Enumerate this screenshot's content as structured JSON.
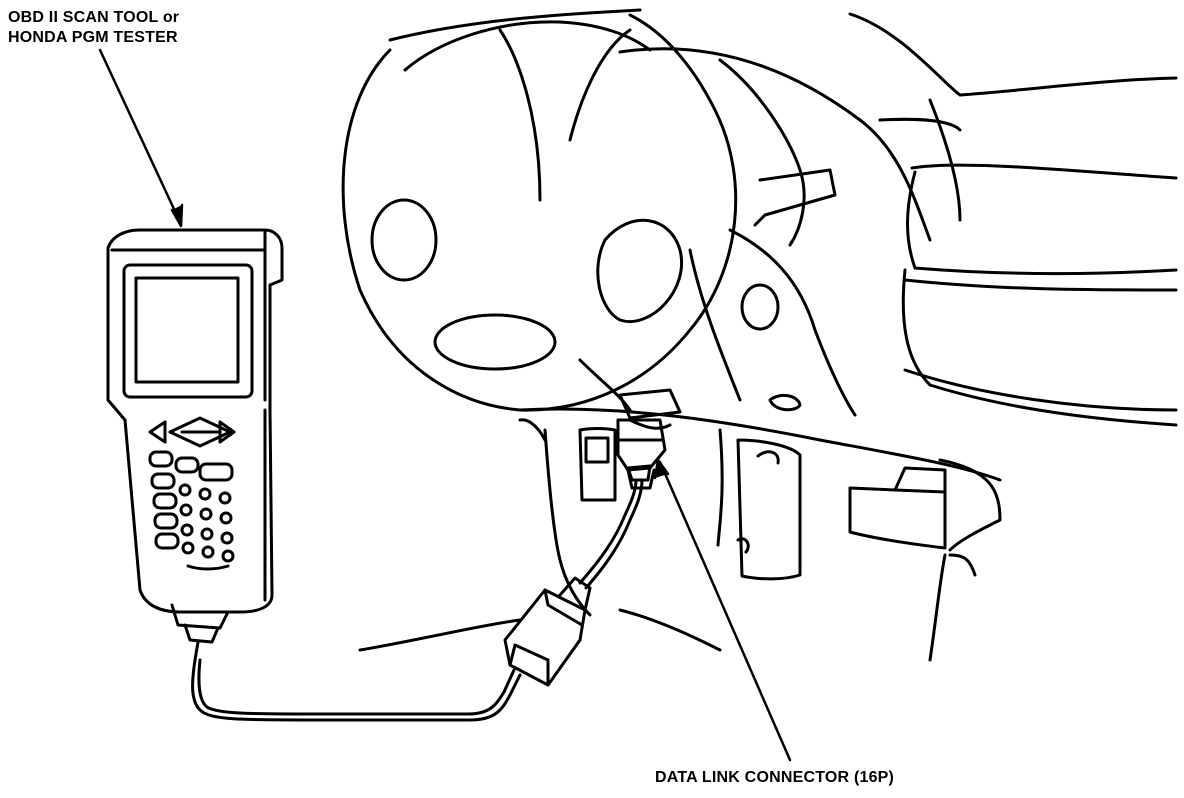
{
  "labels": {
    "scan_tool_line1": "OBD II SCAN TOOL or",
    "scan_tool_line2": "HONDA PGM TESTER",
    "data_link_connector": "DATA LINK CONNECTOR (16P)"
  },
  "colors": {
    "ink": "#000000",
    "paper": "#ffffff"
  }
}
